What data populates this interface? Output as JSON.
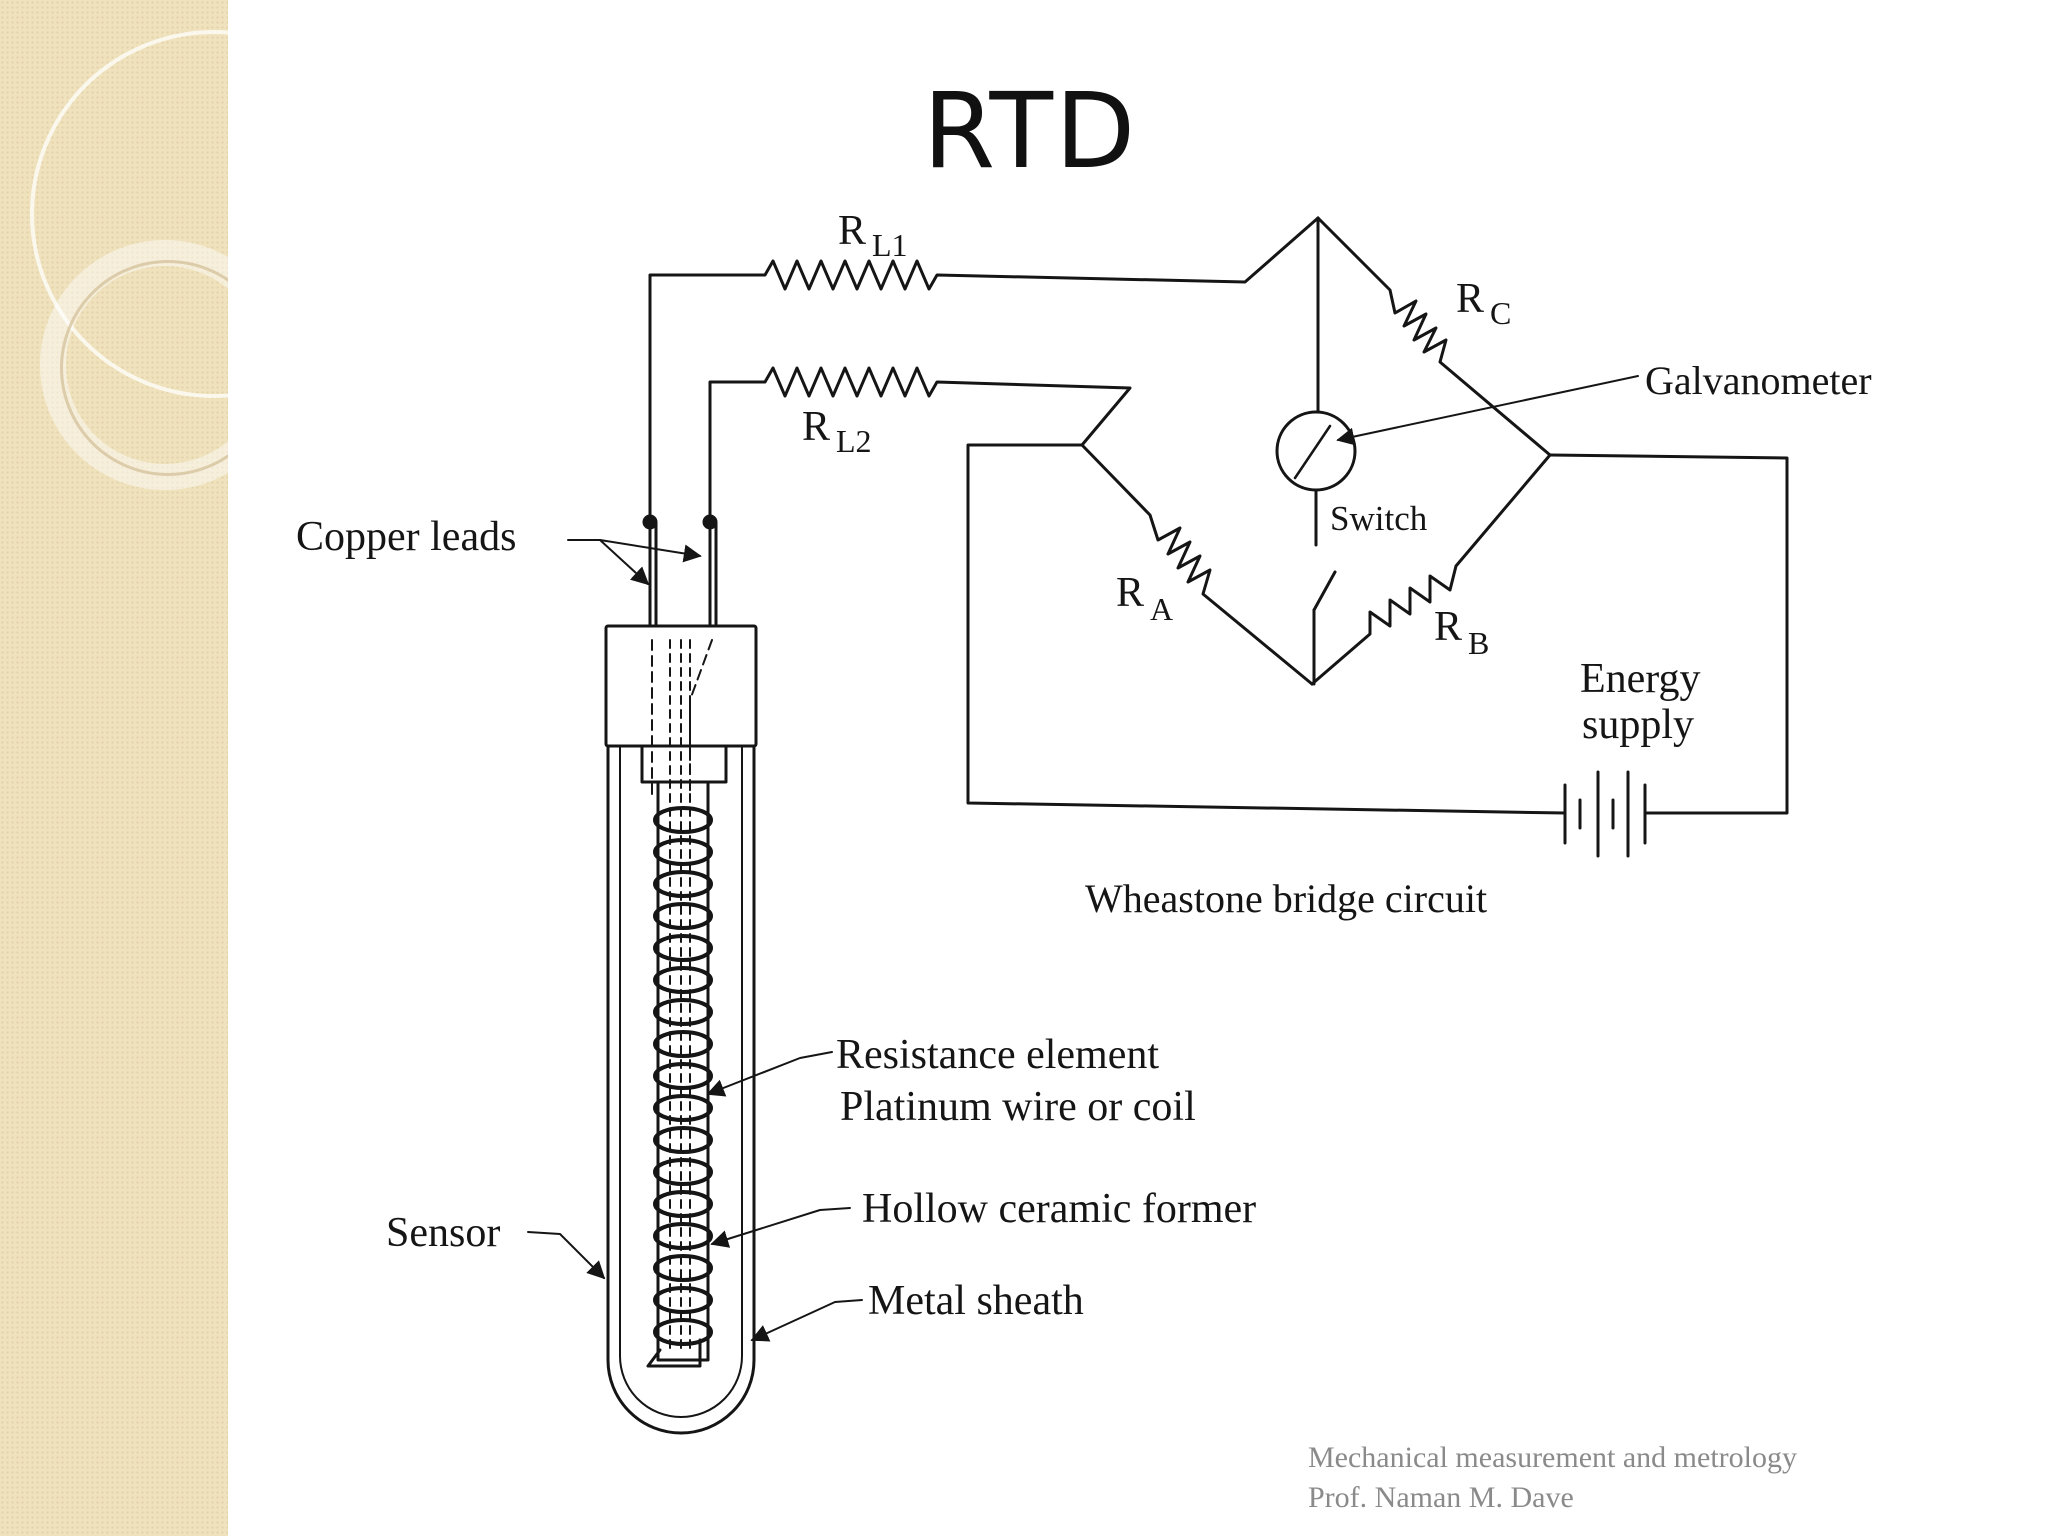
{
  "slide": {
    "title": "RTD",
    "footer": {
      "line1": "Mechanical measurement  and metrology",
      "line2": "Prof. Naman M. Dave"
    }
  },
  "diagram": {
    "labels": {
      "rl1": "L1",
      "rl2": "L2",
      "rc": "C",
      "ra": "A",
      "rb": "B",
      "galvanometer": "Galvanometer",
      "switch": "Switch",
      "energy_line1": "Energy",
      "energy_line2": "supply",
      "copper_leads": "Copper leads",
      "bridge": "Wheastone bridge circuit",
      "resistance_line1": "Resistance element",
      "resistance_line2": "Platinum wire or coil",
      "former": "Hollow ceramic former",
      "sheath": "Metal sheath",
      "sensor": "Sensor",
      "r_letter": "R"
    }
  }
}
